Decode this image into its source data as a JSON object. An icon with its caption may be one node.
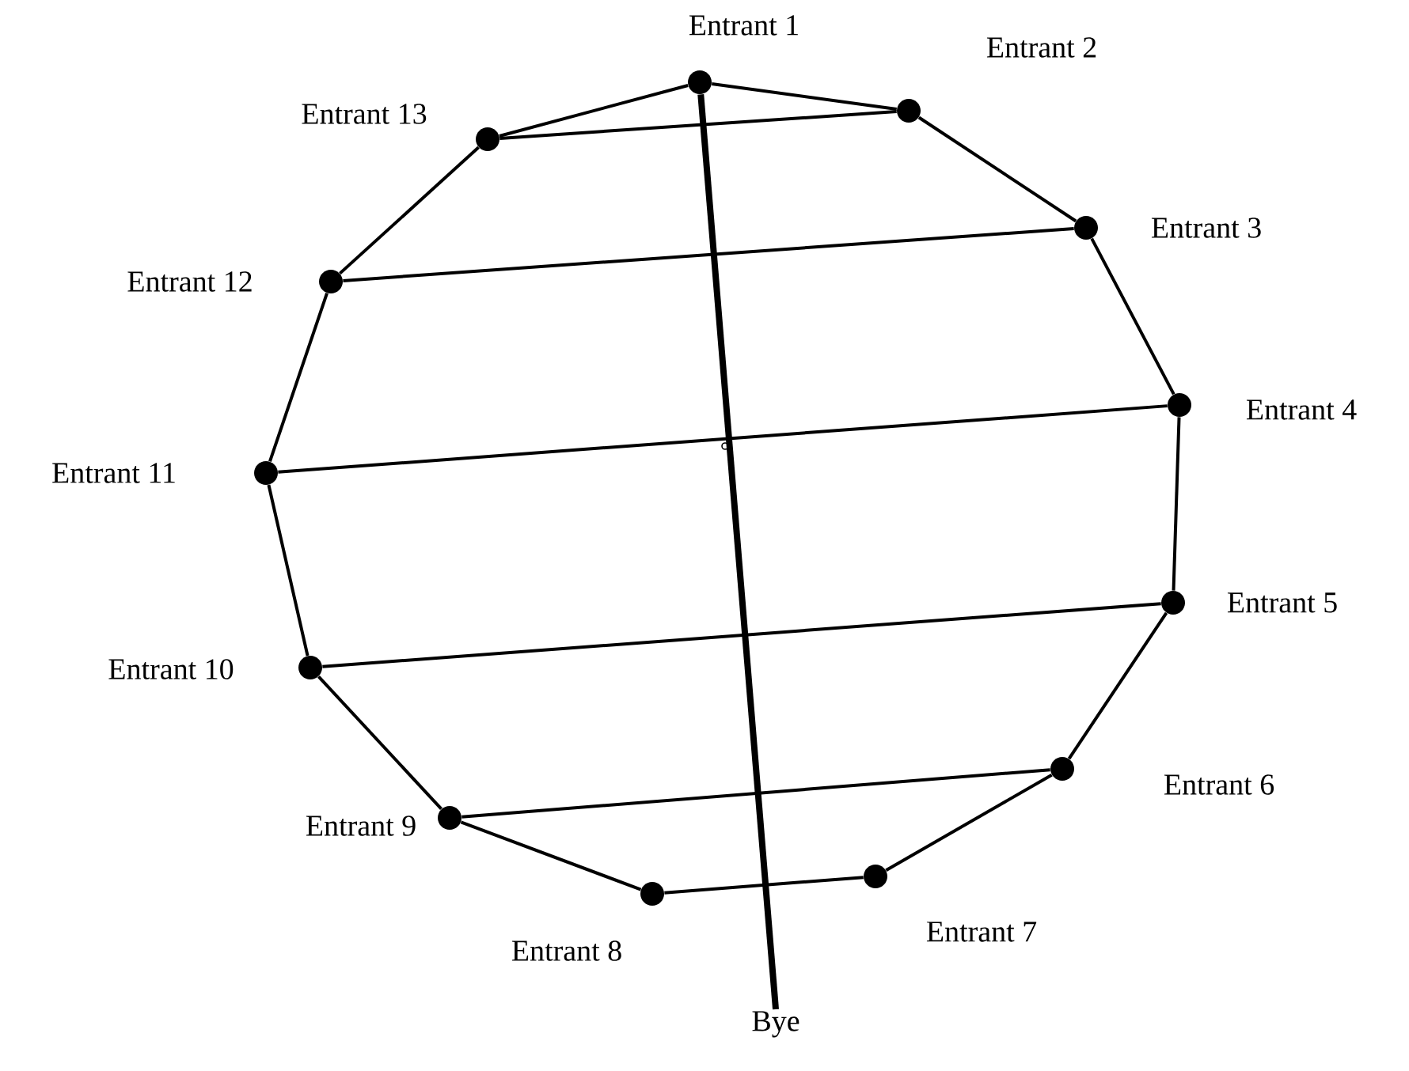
{
  "diagram": {
    "nodes": [
      {
        "text": [],
        "shape": "circle",
        "beside": [
          "Entrant 1"
        ]
      },
      {
        "text": [],
        "shape": "circle",
        "beside": [
          "Entrant 2"
        ]
      },
      {
        "text": [],
        "shape": "circle",
        "beside": [
          "Entrant 3"
        ]
      },
      {
        "text": [],
        "shape": "circle",
        "beside": [
          "Entrant 4"
        ]
      },
      {
        "text": [],
        "shape": "circle",
        "beside": [
          "Entrant 5"
        ]
      },
      {
        "text": [],
        "shape": "circle",
        "beside": [
          "Entrant 6"
        ]
      },
      {
        "text": [],
        "shape": "circle",
        "beside": [
          "Entrant 7"
        ]
      },
      {
        "text": [],
        "shape": "circle",
        "beside": [
          "Entrant 8"
        ]
      },
      {
        "text": [],
        "shape": "circle",
        "beside": [
          "Entrant 9"
        ]
      },
      {
        "text": [],
        "shape": "circle",
        "beside": [
          "Entrant 10"
        ]
      },
      {
        "text": [],
        "shape": "circle",
        "beside": [
          "Entrant 11"
        ]
      },
      {
        "text": [],
        "shape": "circle",
        "beside": [
          "Entrant 12"
        ]
      },
      {
        "text": [],
        "shape": "circle",
        "beside": [
          "Entrant 13"
        ]
      },
      {
        "text": [
          "Bye"
        ]
      }
    ],
    "edges": [
      {
        "from": 0,
        "to": 1,
        "arrow": "none"
      },
      {
        "from": 1,
        "to": 2,
        "arrow": "none"
      },
      {
        "from": 2,
        "to": 3,
        "arrow": "none"
      },
      {
        "from": 3,
        "to": 4,
        "arrow": "none"
      },
      {
        "from": 4,
        "to": 5,
        "arrow": "none"
      },
      {
        "from": 5,
        "to": 6,
        "arrow": "none"
      },
      {
        "from": 6,
        "to": 7,
        "arrow": "none"
      },
      {
        "from": 7,
        "to": 8,
        "arrow": "none"
      },
      {
        "from": 8,
        "to": 9,
        "arrow": "none"
      },
      {
        "from": 9,
        "to": 10,
        "arrow": "none"
      },
      {
        "from": 10,
        "to": 11,
        "arrow": "none"
      },
      {
        "from": 11,
        "to": 12,
        "arrow": "none"
      },
      {
        "from": 12,
        "to": 0,
        "arrow": "none"
      },
      {
        "from": 12,
        "to": 1,
        "arrow": "none"
      },
      {
        "from": 11,
        "to": 2,
        "arrow": "none"
      },
      {
        "from": 10,
        "to": 3,
        "arrow": "none"
      },
      {
        "from": 9,
        "to": 4,
        "arrow": "none"
      },
      {
        "from": 8,
        "to": 5,
        "arrow": "none"
      },
      {
        "from": 0,
        "to": 13,
        "arrow": "none",
        "style": "thick"
      }
    ]
  }
}
